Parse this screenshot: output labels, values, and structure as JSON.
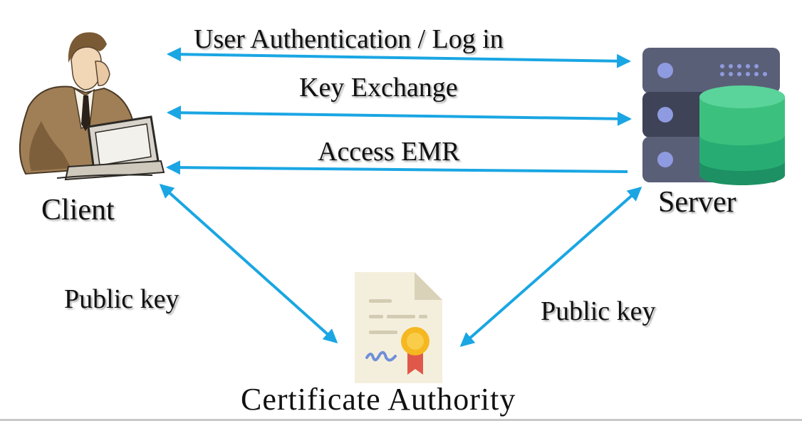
{
  "nodes": {
    "client": {
      "label": "Client",
      "icon": "businessman-at-computer-icon"
    },
    "server": {
      "label": "Server",
      "icon": "server-database-icon"
    },
    "ca": {
      "label": "Certificate Authority",
      "icon": "certificate-document-icon"
    }
  },
  "edges": {
    "auth": {
      "label": "User Authentication / Log in",
      "from": "client",
      "to": "server",
      "direction": "both"
    },
    "key_exchange": {
      "label": "Key Exchange",
      "from": "client",
      "to": "server",
      "direction": "both"
    },
    "access_emr": {
      "label": "Access EMR",
      "from": "server",
      "to": "client",
      "direction": "forward"
    },
    "public_key_client": {
      "label": "Public key",
      "from": "client",
      "to": "ca",
      "direction": "both"
    },
    "public_key_server": {
      "label": "Public key",
      "from": "server",
      "to": "ca",
      "direction": "both"
    }
  },
  "colors": {
    "arrow": "#1aa6e3",
    "server_body": "#5a5f78",
    "server_dark": "#3e4357",
    "server_led": "#8f9be0",
    "db_green": "#3cc07e",
    "db_green_mid": "#27ad73",
    "db_green_dark": "#1d9163",
    "cert_paper": "#f4efdd",
    "cert_fold": "#d9d2b9",
    "cert_seal": "#f5b820",
    "cert_ribbon": "#e0584a",
    "cert_signature": "#6f8fd8"
  }
}
